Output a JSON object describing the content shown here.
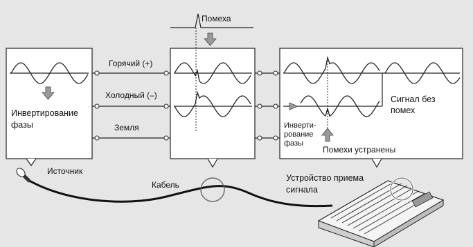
{
  "labels": {
    "noise": "Помеха",
    "hot": "Горячий (+)",
    "cold": "Холодный (–)",
    "ground": "Земля",
    "inversion": "Инвертирование\nфазы",
    "source": "Источник",
    "cable": "Кабель",
    "reinversion": "Инверти-\nрование\nфазы",
    "noise_removed": "Помехи устранены",
    "clean_signal": "Сигнал без\nпомех",
    "receiver": "Устройство приема\nсигнала"
  },
  "icons": [
    "microphone-icon",
    "mixer-console-icon",
    "down-arrow-icon",
    "up-arrow-icon"
  ],
  "colors": {
    "background": "#e6e6e6",
    "arrow_fill": "#9a9a9a"
  }
}
